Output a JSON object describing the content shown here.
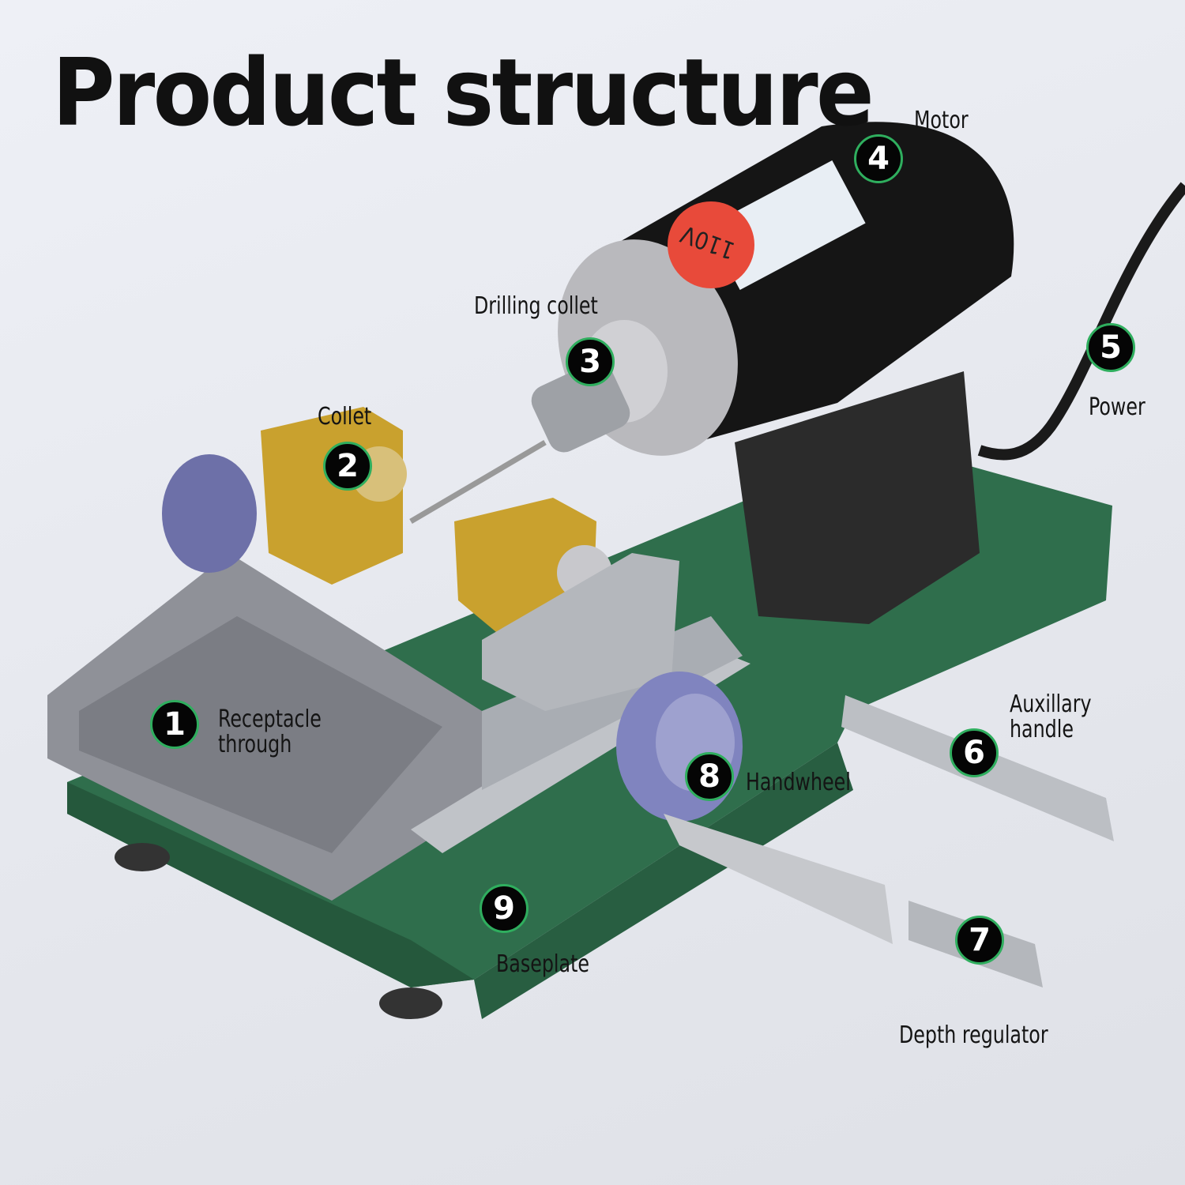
{
  "title": "Product structure",
  "parts": [
    {
      "number": "1",
      "label": "Receptacle through"
    },
    {
      "number": "2",
      "label": "Collet"
    },
    {
      "number": "3",
      "label": "Drilling collet"
    },
    {
      "number": "4",
      "label": "Motor"
    },
    {
      "number": "5",
      "label": "Power"
    },
    {
      "number": "6",
      "label": "Auxillary handle"
    },
    {
      "number": "7",
      "label": "Depth regulator"
    },
    {
      "number": "8",
      "label": "Handwheel"
    },
    {
      "number": "9",
      "label": "Baseplate"
    }
  ],
  "motor_sticker": "110V",
  "colors": {
    "badge_fill": "#050505",
    "badge_ring": "#2fae5e",
    "baseplate": "#2e6b4a",
    "motor": "#141414",
    "brass": "#c9a12e",
    "handwheel": "#7b7fb4"
  }
}
